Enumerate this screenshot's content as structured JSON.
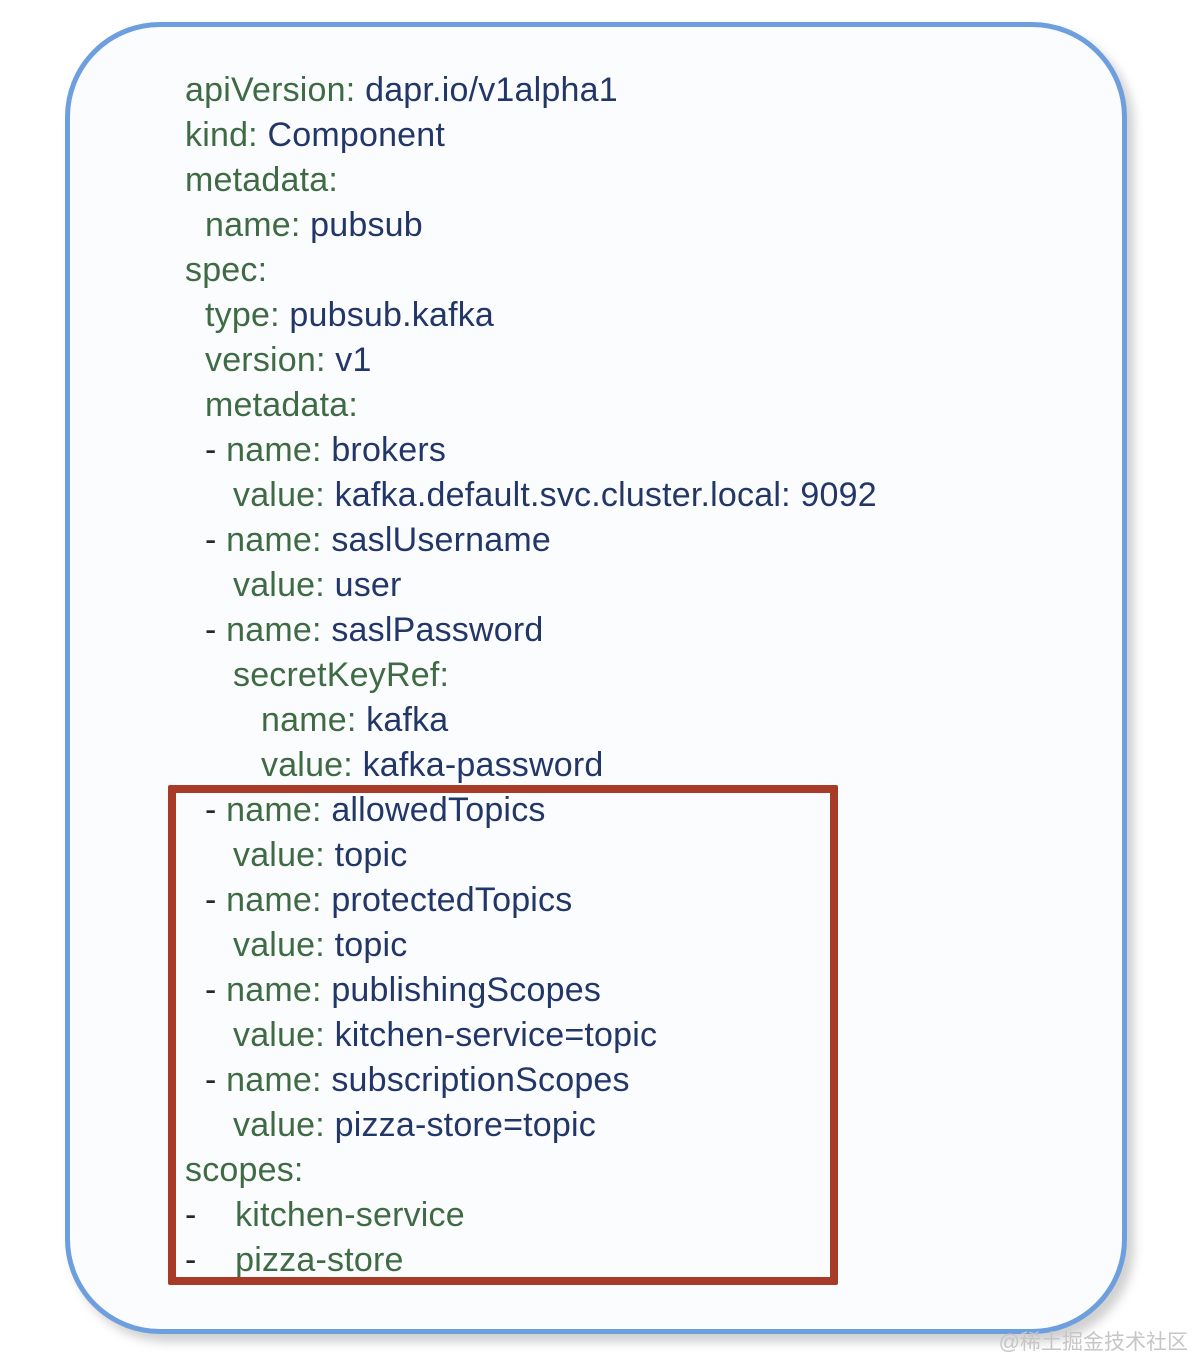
{
  "colors": {
    "key_green": "#3f6b44",
    "value_navy": "#223668",
    "dash_dark": "#26262b",
    "card_border_blue": "#6d9ede",
    "card_background": "#fbfcfe",
    "highlight_red": "#a83b28",
    "watermark_gray": "#c6c6c6"
  },
  "watermark": "@稀土掘金技术社区",
  "yaml": {
    "lines": [
      {
        "indent": 0,
        "tokens": [
          {
            "c": "k",
            "t": "apiVersion:"
          },
          {
            "c": "v",
            "t": " dapr.io/v1alpha1"
          }
        ]
      },
      {
        "indent": 0,
        "tokens": [
          {
            "c": "k",
            "t": "kind:"
          },
          {
            "c": "v",
            "t": " Component"
          }
        ]
      },
      {
        "indent": 0,
        "tokens": [
          {
            "c": "k",
            "t": "metadata:"
          }
        ]
      },
      {
        "indent": 20,
        "tokens": [
          {
            "c": "k",
            "t": "name:"
          },
          {
            "c": "v",
            "t": " pubsub"
          }
        ]
      },
      {
        "indent": 0,
        "tokens": [
          {
            "c": "k",
            "t": "spec:"
          }
        ]
      },
      {
        "indent": 20,
        "tokens": [
          {
            "c": "k",
            "t": "type:"
          },
          {
            "c": "v",
            "t": " pubsub.kafka"
          }
        ]
      },
      {
        "indent": 20,
        "tokens": [
          {
            "c": "k",
            "t": "version:"
          },
          {
            "c": "v",
            "t": " v1"
          }
        ]
      },
      {
        "indent": 20,
        "tokens": [
          {
            "c": "k",
            "t": "metadata:"
          }
        ]
      },
      {
        "indent": 20,
        "tokens": [
          {
            "c": "d",
            "t": "- "
          },
          {
            "c": "k",
            "t": "name:"
          },
          {
            "c": "v",
            "t": " brokers"
          }
        ]
      },
      {
        "indent": 48,
        "tokens": [
          {
            "c": "k",
            "t": "value:"
          },
          {
            "c": "v",
            "t": " kafka.default.svc.cluster.local: 9092"
          }
        ]
      },
      {
        "indent": 20,
        "tokens": [
          {
            "c": "d",
            "t": "- "
          },
          {
            "c": "k",
            "t": "name:"
          },
          {
            "c": "v",
            "t": " saslUsername"
          }
        ]
      },
      {
        "indent": 48,
        "tokens": [
          {
            "c": "k",
            "t": "value:"
          },
          {
            "c": "v",
            "t": " user"
          }
        ]
      },
      {
        "indent": 20,
        "tokens": [
          {
            "c": "d",
            "t": "- "
          },
          {
            "c": "k",
            "t": "name:"
          },
          {
            "c": "v",
            "t": " saslPassword"
          }
        ]
      },
      {
        "indent": 48,
        "tokens": [
          {
            "c": "k",
            "t": "secretKeyRef:"
          }
        ]
      },
      {
        "indent": 76,
        "tokens": [
          {
            "c": "k",
            "t": "name:"
          },
          {
            "c": "v",
            "t": " kafka"
          }
        ]
      },
      {
        "indent": 76,
        "tokens": [
          {
            "c": "k",
            "t": "value:"
          },
          {
            "c": "v",
            "t": " kafka-password"
          }
        ]
      },
      {
        "indent": 20,
        "tokens": [
          {
            "c": "d",
            "t": "- "
          },
          {
            "c": "k",
            "t": "name:"
          },
          {
            "c": "v",
            "t": " allowedTopics"
          }
        ]
      },
      {
        "indent": 48,
        "tokens": [
          {
            "c": "k",
            "t": "value:"
          },
          {
            "c": "v",
            "t": " topic"
          }
        ]
      },
      {
        "indent": 20,
        "tokens": [
          {
            "c": "d",
            "t": "- "
          },
          {
            "c": "k",
            "t": "name:"
          },
          {
            "c": "v",
            "t": " protectedTopics"
          }
        ]
      },
      {
        "indent": 48,
        "tokens": [
          {
            "c": "k",
            "t": "value:"
          },
          {
            "c": "v",
            "t": " topic"
          }
        ]
      },
      {
        "indent": 20,
        "tokens": [
          {
            "c": "d",
            "t": "- "
          },
          {
            "c": "k",
            "t": "name:"
          },
          {
            "c": "v",
            "t": " publishingScopes"
          }
        ]
      },
      {
        "indent": 48,
        "tokens": [
          {
            "c": "k",
            "t": "value:"
          },
          {
            "c": "v",
            "t": " kitchen-service=topic"
          }
        ]
      },
      {
        "indent": 20,
        "tokens": [
          {
            "c": "d",
            "t": "- "
          },
          {
            "c": "k",
            "t": "name:"
          },
          {
            "c": "v",
            "t": " subscriptionScopes"
          }
        ]
      },
      {
        "indent": 48,
        "tokens": [
          {
            "c": "k",
            "t": "value:"
          },
          {
            "c": "v",
            "t": " pizza-store=topic"
          }
        ]
      },
      {
        "indent": 0,
        "tokens": [
          {
            "c": "k",
            "t": "scopes:"
          }
        ]
      },
      {
        "indent": 0,
        "tokens": [
          {
            "c": "d",
            "t": "-    "
          },
          {
            "c": "k",
            "t": "kitchen-service"
          }
        ]
      },
      {
        "indent": 0,
        "tokens": [
          {
            "c": "d",
            "t": "-    "
          },
          {
            "c": "k",
            "t": "pizza-store"
          }
        ]
      }
    ]
  }
}
